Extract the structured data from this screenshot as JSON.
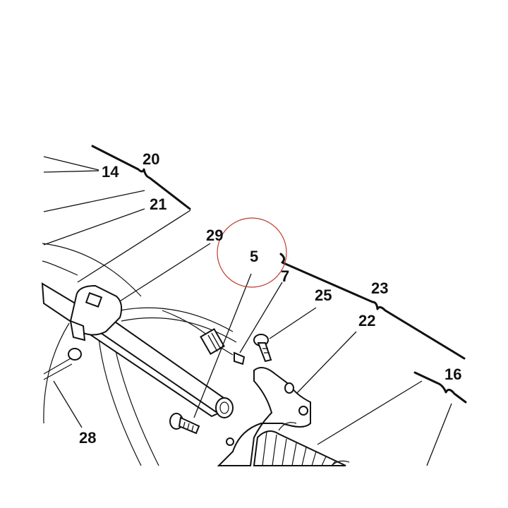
{
  "diagram": {
    "callouts": {
      "n14": "14",
      "n20": "20",
      "n21": "21",
      "n29": "29",
      "n5": "5",
      "n7": "7",
      "n25": "25",
      "n23": "23",
      "n22": "22",
      "n16": "16",
      "n28": "28"
    },
    "colors": {
      "line": "#111111",
      "highlight_circle": "#c0392b",
      "background": "#ffffff"
    }
  }
}
